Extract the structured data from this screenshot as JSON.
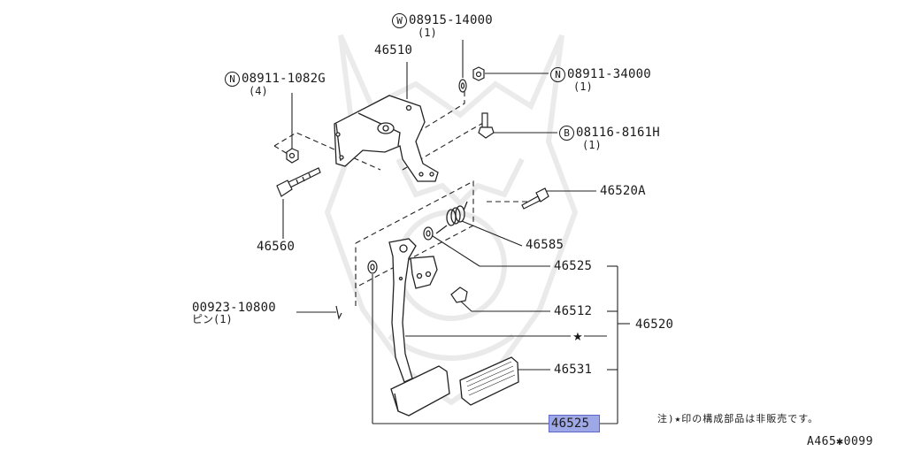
{
  "callouts": {
    "washer": {
      "symbol": "W",
      "part": "08915-14000",
      "qty": "(1)"
    },
    "bracket": "46510",
    "nut_left": {
      "symbol": "N",
      "part": "08911-1082G",
      "qty": "(4)"
    },
    "nut_right": {
      "symbol": "N",
      "part": "08911-34000",
      "qty": "(1)"
    },
    "bolt": {
      "symbol": "B",
      "part": "08116-8161H",
      "qty": "(1)"
    },
    "bolt_46520a": "46520A",
    "bolt_46560": "46560",
    "spring": "46585",
    "bushing_upper": "46525",
    "pin": {
      "part": "00923-10800",
      "qty": "ピン(1)"
    },
    "stopper": "46512",
    "pedal_assy": "46520",
    "pad": "46531",
    "bushing_lower": "46525"
  },
  "footnote": "注)★印の構成部品は非販売です。",
  "reference": "A465✱0099",
  "colors": {
    "highlight": "#9fa8e6",
    "highlight_border": "#5d68c6",
    "line": "#222222"
  }
}
